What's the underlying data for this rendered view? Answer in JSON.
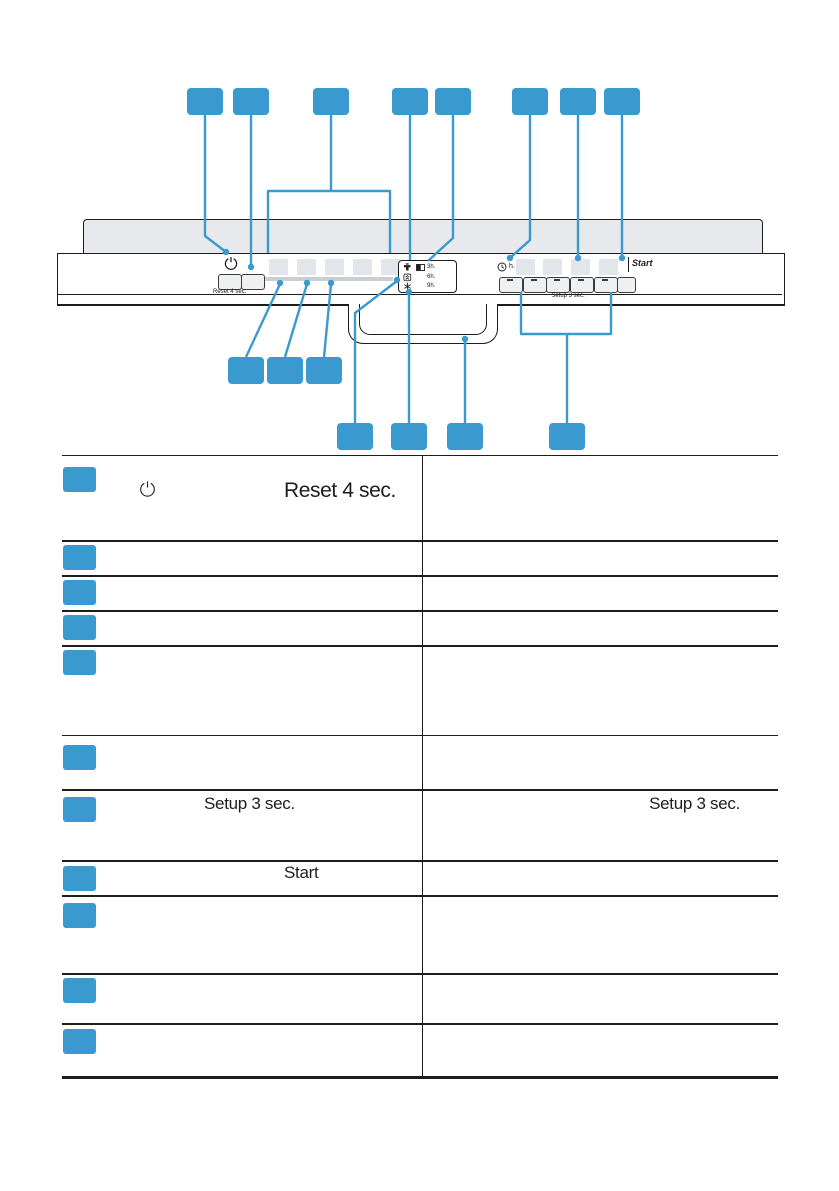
{
  "colors": {
    "accent": "#3a99ce",
    "ink": "#1d1d1b",
    "panel_fill": "#e7e9ec"
  },
  "diagram": {
    "panel": {
      "power_key_caption": "Reset 4 sec.",
      "delay_key_caption": "Setup 3 sec.",
      "start_label": "Start",
      "timer_unit_label": "h.",
      "delay_options": [
        "3h.",
        "6h.",
        "9h."
      ],
      "icons": {
        "power": "power-icon",
        "water_tap": "tap-icon",
        "salt_refill": "salt-icon",
        "rinse_aid": "rinse-aid-icon",
        "time_remaining": "time-remaining-icon",
        "timer": "clock-icon"
      }
    }
  },
  "table": {
    "rows": [
      {
        "icon": "power-icon",
        "left_text": "Reset 4 sec.",
        "right_text": ""
      },
      {
        "left_text": "",
        "right_text": ""
      },
      {
        "left_text": "",
        "right_text": ""
      },
      {
        "left_text": "",
        "right_text": ""
      },
      {
        "left_text": "",
        "right_text": ""
      },
      {
        "left_text": "",
        "right_text": ""
      },
      {
        "left_text": "Setup 3 sec.",
        "right_text": "Setup 3 sec."
      },
      {
        "left_text": "Start",
        "right_text": ""
      },
      {
        "left_text": "",
        "right_text": ""
      },
      {
        "left_text": "",
        "right_text": ""
      },
      {
        "left_text": "",
        "right_text": ""
      }
    ]
  }
}
